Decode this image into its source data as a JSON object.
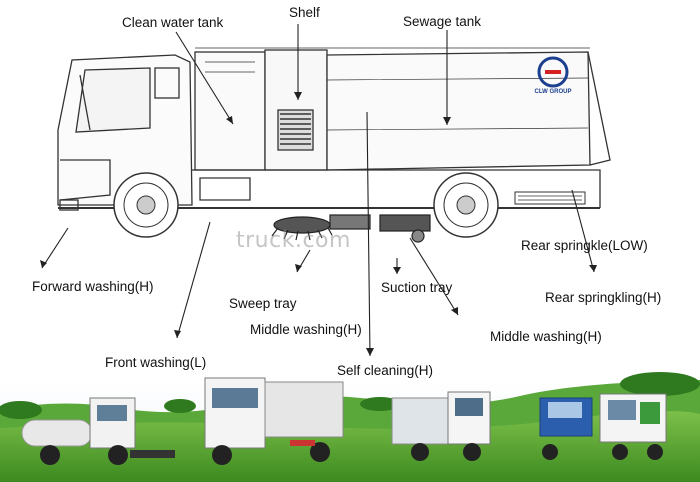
{
  "labels": {
    "clean_water_tank": "Clean water tank",
    "shelf": "Shelf",
    "sewage_tank": "Sewage tank",
    "forward_washing": "Forward washing(H)",
    "rear_springkle_low": "Rear springkle(LOW)",
    "sweep_tray": "Sweep tray",
    "suction_tray": "Suction tray",
    "rear_springkling_h": "Rear springkling(H)",
    "middle_washing_left": "Middle washing(H)",
    "middle_washing_right": "Middle washing(H)",
    "front_washing": "Front washing(L)",
    "self_cleaning": "Self cleaning(H)"
  },
  "watermark": "truck.com",
  "logo": {
    "text": "CLW GROUP",
    "colors": [
      "#1c3f8f",
      "#d42020"
    ]
  },
  "colors": {
    "line": "#333333",
    "grass": "#4f9a2a",
    "sky": "#ffffff"
  }
}
